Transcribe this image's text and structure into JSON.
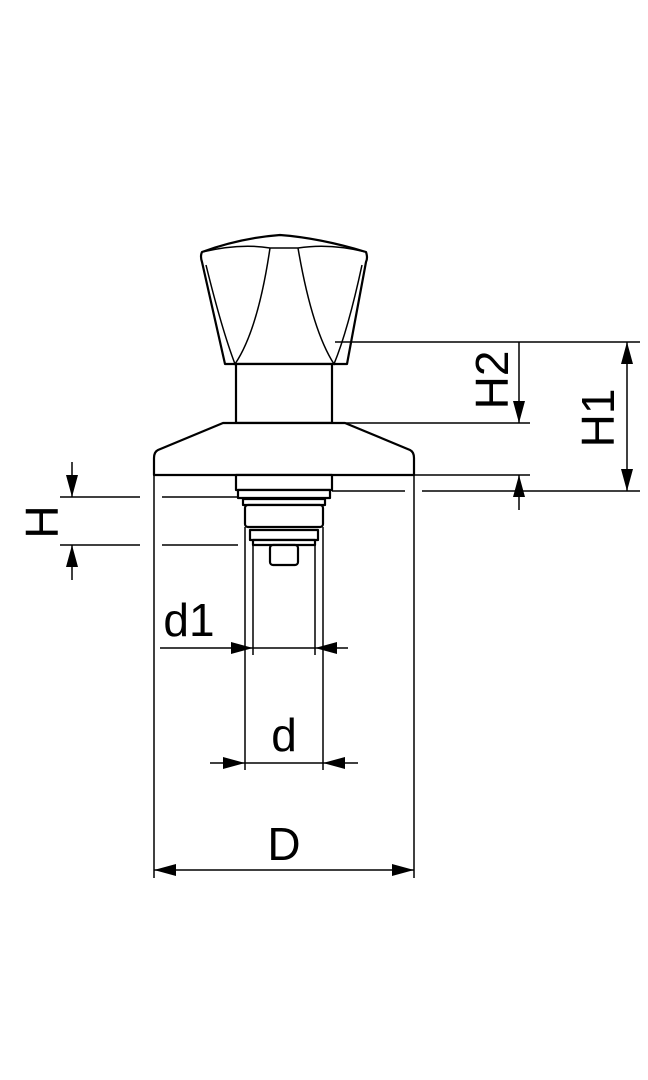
{
  "drawing": {
    "labels": {
      "H1": "H1",
      "H2": "H2",
      "H": "H",
      "d1": "d1",
      "d": "d",
      "D": "D"
    },
    "line_color": "#000000",
    "background": "#ffffff"
  }
}
